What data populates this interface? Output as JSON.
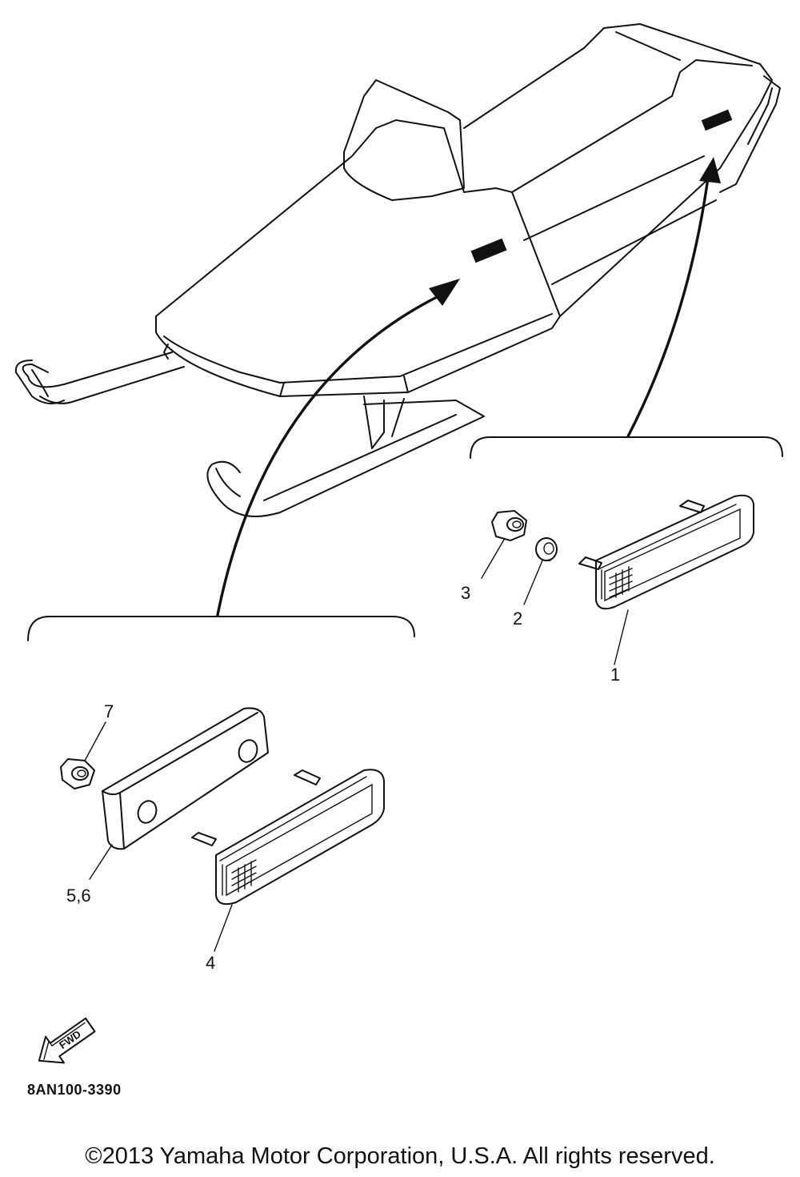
{
  "diagram": {
    "callouts": {
      "part1": "1",
      "part2": "2",
      "part3": "3",
      "part4": "4",
      "part5_6": "5,6",
      "part7": "7"
    },
    "forward_indicator": "FWD",
    "diagram_code": "8AN100-3390"
  },
  "footer": {
    "copyright": "©2013 Yamaha Motor Corporation, U.S.A. All rights reserved."
  }
}
